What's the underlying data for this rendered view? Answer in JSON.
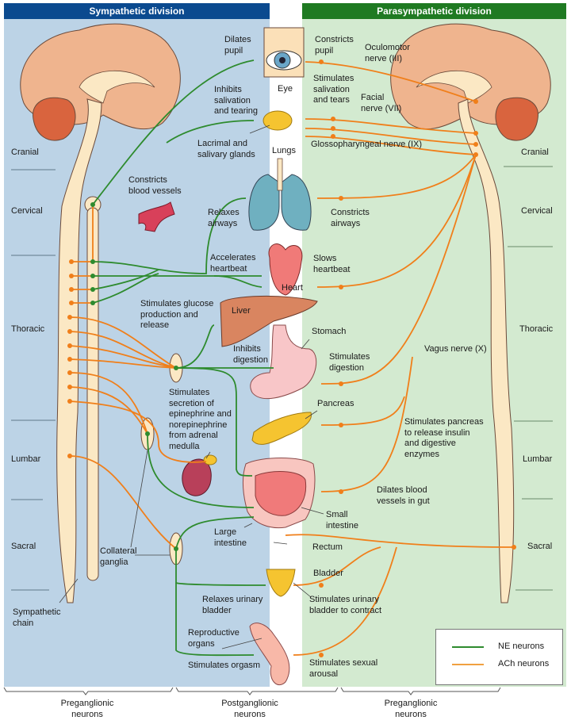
{
  "headers": {
    "sympathetic": "Sympathetic division",
    "parasympathetic": "Parasympathetic division"
  },
  "colors": {
    "sympathetic_header": "#0b4a8f",
    "sympathetic_bg": "#bcd3e6",
    "parasympathetic_header": "#1f7a22",
    "parasympathetic_bg": "#d3ead0",
    "ne_neuron": "#2e8b2e",
    "ach_neuron": "#f07f1a",
    "brain": "#efb48e",
    "cerebellum": "#d9643e",
    "spinal_cord": "#fbe8c4"
  },
  "spinal_segments_left": [
    "Cranial",
    "Cervical",
    "Thoracic",
    "Lumbar",
    "Sacral"
  ],
  "spinal_segments_right": [
    "Cranial",
    "Cervical",
    "Thoracic",
    "Lumbar",
    "Sacral"
  ],
  "organs": {
    "eye": "Eye",
    "lungs": "Lungs",
    "heart": "Heart",
    "liver": "Liver",
    "stomach": "Stomach",
    "pancreas": "Pancreas",
    "small_intestine": "Small\nintestine",
    "large_intestine": "Large\nintestine",
    "rectum": "Rectum",
    "bladder": "Bladder",
    "reproductive": "Reproductive\norgans",
    "lacrimal": "Lacrimal and\nsalivary glands"
  },
  "sympathetic_effects": {
    "dilates_pupil": "Dilates\npupil",
    "inhibits_salivation": "Inhibits\nsalivation\nand tearing",
    "constricts_vessels": "Constricts\nblood vessels",
    "relaxes_airways": "Relaxes\nairways",
    "accelerates_heartbeat": "Accelerates\nheartbeat",
    "stimulates_glucose": "Stimulates glucose\nproduction and\nrelease",
    "inhibits_digestion": "Inhibits\ndigestion",
    "stimulates_epinephrine": "Stimulates\nsecretion of\nepinephrine and\nnorepinephrine\nfrom adrenal\nmedulla",
    "relaxes_bladder": "Relaxes urinary\nbladder",
    "stimulates_orgasm": "Stimulates orgasm"
  },
  "parasympathetic_effects": {
    "constricts_pupil": "Constricts\npupil",
    "stimulates_salivation": "Stimulates\nsalivation\nand tears",
    "constricts_airways": "Constricts\nairways",
    "slows_heartbeat": "Slows\nheartbeat",
    "stimulates_digestion": "Stimulates\ndigestion",
    "stimulates_pancreas": "Stimulates pancreas\nto release insulin\nand digestive\nenzymes",
    "dilates_gut_vessels": "Dilates blood\nvessels in gut",
    "stimulates_bladder": "Stimulates urinary\nbladder to contract",
    "stimulates_arousal": "Stimulates sexual\narousal"
  },
  "nerves": {
    "oculomotor": "Oculomotor\nnerve (III)",
    "facial": "Facial\nnerve (VII)",
    "glossopharyngeal": "Glossopharyngeal nerve (IX)",
    "vagus": "Vagus nerve (X)"
  },
  "structures": {
    "collateral_ganglia": "Collateral\nganglia",
    "sympathetic_chain": "Sympathetic\nchain"
  },
  "legend": [
    {
      "label": "NE neurons",
      "color": "#2e8b2e"
    },
    {
      "label": "ACh neurons",
      "color": "#f0a040"
    }
  ],
  "bottom_braces": [
    "Preganglionic\nneurons",
    "Postganglionic\nneurons",
    "Preganglionic\nneurons"
  ]
}
